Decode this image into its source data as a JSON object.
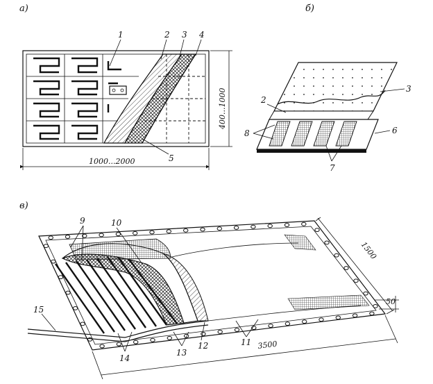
{
  "panels": {
    "a": "а)",
    "b": "б)",
    "c": "в)"
  },
  "fig_a": {
    "callouts": [
      "1",
      "2",
      "3",
      "4",
      "5"
    ],
    "dim_width": "1000...2000",
    "dim_height": "400...1000"
  },
  "fig_b": {
    "callouts": [
      "2",
      "3",
      "6",
      "7",
      "8"
    ]
  },
  "fig_c": {
    "callouts": [
      "9",
      "10",
      "11",
      "12",
      "13",
      "14",
      "15"
    ],
    "dim_length": "3500",
    "dim_width": "1500",
    "dim_margin": "50"
  }
}
